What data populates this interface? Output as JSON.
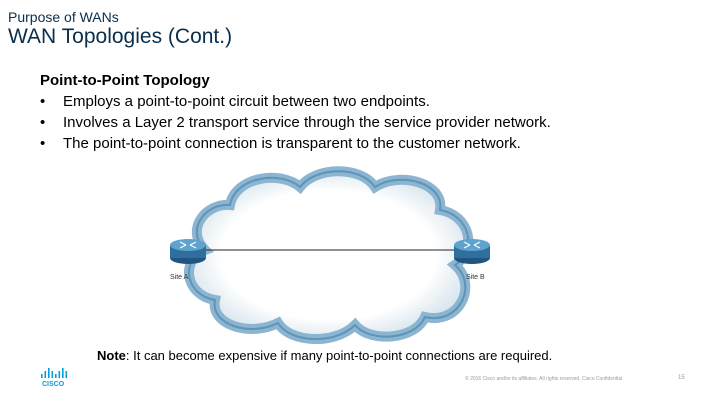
{
  "header": {
    "section": "Purpose of WANs",
    "title": "WAN Topologies (Cont.)"
  },
  "content": {
    "heading": "Point-to-Point Topology",
    "bullets": [
      "Employs a point-to-point circuit between two endpoints.",
      "Involves a Layer 2 transport service through the service provider network.",
      "The point-to-point connection is transparent to the customer network."
    ],
    "bullet_symbol": "•"
  },
  "diagram": {
    "site_a": "Site A",
    "site_b": "Site B",
    "cloud_color": "#8fb8d0",
    "router_color": "#2e6f9e"
  },
  "note": {
    "label": "Note",
    "text": ": It can become expensive if many point-to-point connections are required."
  },
  "footer": {
    "copyright": "© 2016 Cisco and/or its affiliates. All rights reserved. Cisco Confidential",
    "page": "15",
    "logo_text": "CISCO"
  }
}
